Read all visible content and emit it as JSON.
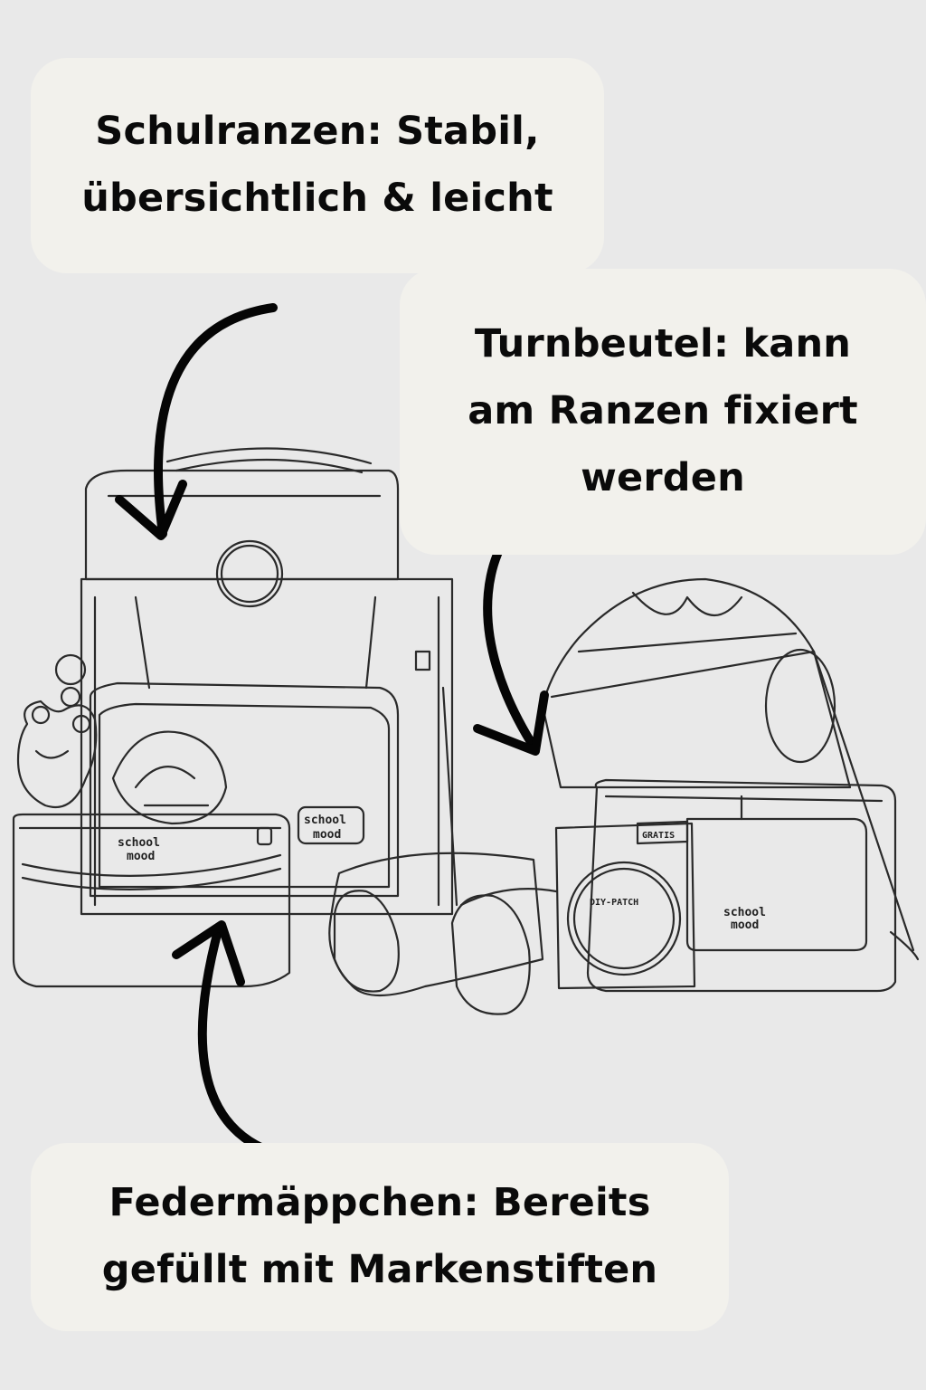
{
  "callouts": {
    "schoolbag": "Schulranzen: Stabil,\nübersichtlich & leicht",
    "gym_bag": "Turnbeutel: kann\nam Ranzen fixiert\nwerden",
    "pencil_case": "Federmäppchen: Bereits\ngefüllt mit Markenstiften"
  },
  "product_labels": {
    "brand": "school mood",
    "brand_badge_top": "school",
    "brand_badge_bottom": "mood",
    "gratis": "GRATIS",
    "diy_patch": "DIY-PATCH"
  },
  "colors": {
    "background": "#e9e9e9",
    "callout_fill": "#f2f1ec",
    "ink": "#111111"
  },
  "icons": [
    "arrow-curved-icon"
  ]
}
